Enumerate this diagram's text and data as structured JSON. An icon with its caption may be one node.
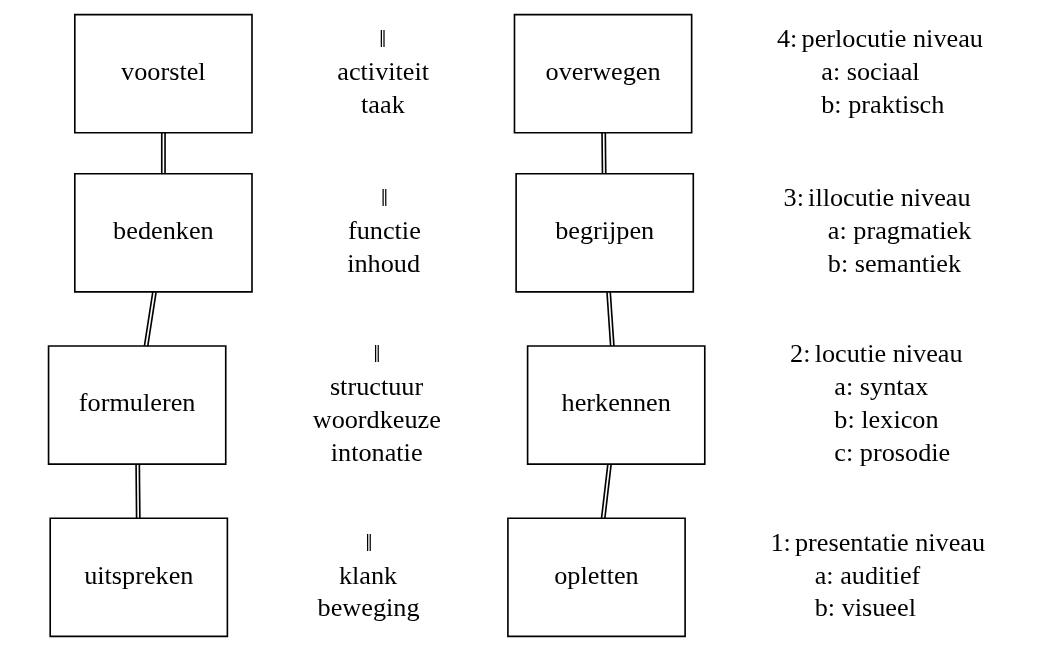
{
  "diagram": {
    "nodes": [
      {
        "text": [
          "voorstel"
        ]
      },
      {
        "text": [
          "overwegen"
        ]
      },
      {
        "text": [
          "bedenken"
        ]
      },
      {
        "text": [
          "begrijpen"
        ]
      },
      {
        "text": [
          "formuleren"
        ]
      },
      {
        "text": [
          "herkennen"
        ]
      },
      {
        "text": [
          "uitspreken"
        ]
      },
      {
        "text": [
          "opletten"
        ]
      }
    ],
    "edges": [
      {
        "from": 0,
        "to": 2,
        "arrow": "none"
      },
      {
        "from": 2,
        "to": 4,
        "arrow": "none"
      },
      {
        "from": 4,
        "to": 6,
        "arrow": "none"
      },
      {
        "from": 1,
        "to": 3,
        "arrow": "none"
      },
      {
        "from": 3,
        "to": 5,
        "arrow": "none"
      },
      {
        "from": 5,
        "to": 7,
        "arrow": "none"
      }
    ],
    "labels": [
      "‖",
      "activiteit",
      "taak",
      "4:",
      "perlocutie niveau",
      "a: sociaal",
      "b: praktisch",
      "‖",
      "functie",
      "inhoud",
      "3:",
      "illocutie niveau",
      "a: pragmatiek",
      "b: semantiek",
      "‖",
      "structuur",
      "woordkeuze",
      "intonatie",
      "2:",
      "locutie niveau",
      "a: syntax",
      "b: lexicon",
      "c: prosodie",
      "‖",
      "klank",
      "beweging",
      "1:",
      "presentatie niveau",
      "a: auditief",
      "b: visueel"
    ]
  }
}
